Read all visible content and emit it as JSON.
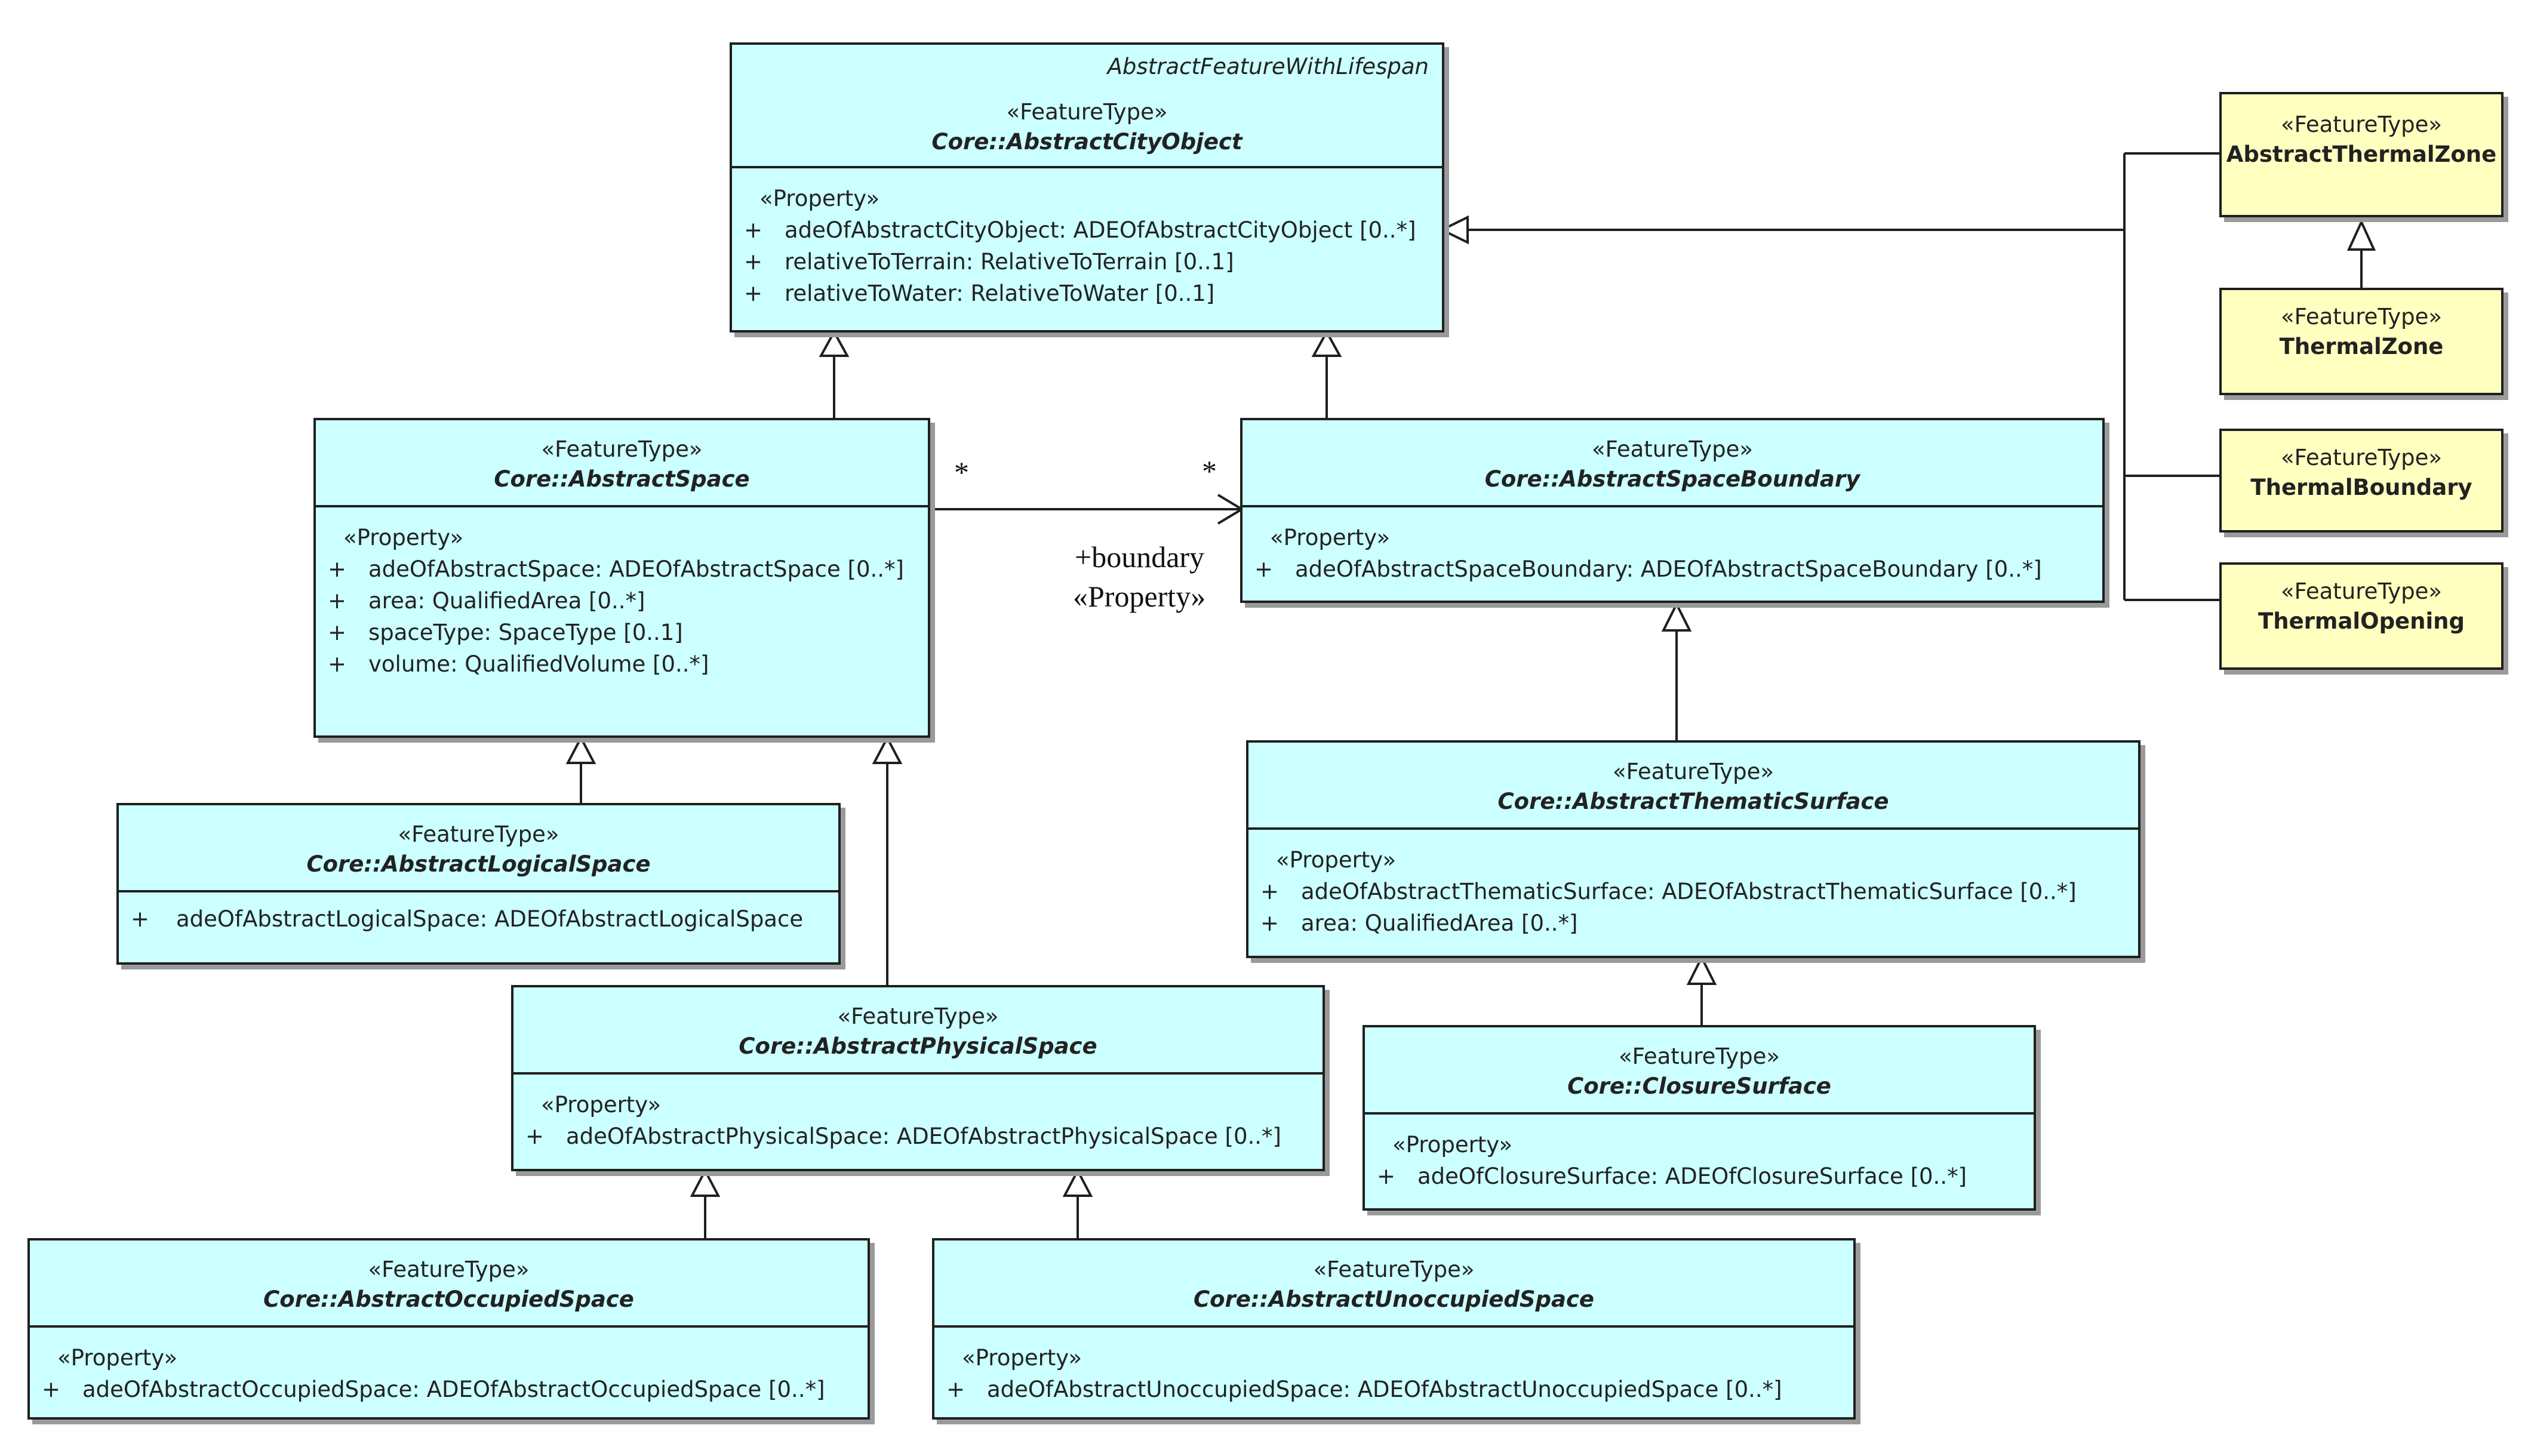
{
  "classes": {
    "city_object": {
      "abstract_from": "AbstractFeatureWithLifespan",
      "stereotype": "«FeatureType»",
      "name": "Core::AbstractCityObject",
      "property_stereotype": "«Property»",
      "attributes": [
        {
          "vis": "+",
          "text": "adeOfAbstractCityObject: ADEOfAbstractCityObject [0..*]"
        },
        {
          "vis": "+",
          "text": "relativeToTerrain: RelativeToTerrain [0..1]"
        },
        {
          "vis": "+",
          "text": "relativeToWater: RelativeToWater [0..1]"
        }
      ]
    },
    "abstract_space": {
      "stereotype": "«FeatureType»",
      "name": "Core::AbstractSpace",
      "property_stereotype": "«Property»",
      "attributes": [
        {
          "vis": "+",
          "text": "adeOfAbstractSpace: ADEOfAbstractSpace [0..*]"
        },
        {
          "vis": "+",
          "text": "area: QualifiedArea [0..*]"
        },
        {
          "vis": "+",
          "text": "spaceType: SpaceType [0..1]"
        },
        {
          "vis": "+",
          "text": "volume: QualifiedVolume [0..*]"
        }
      ]
    },
    "space_boundary": {
      "stereotype": "«FeatureType»",
      "name": "Core::AbstractSpaceBoundary",
      "property_stereotype": "«Property»",
      "attributes": [
        {
          "vis": "+",
          "text": "adeOfAbstractSpaceBoundary: ADEOfAbstractSpaceBoundary [0..*]"
        }
      ]
    },
    "logical_space": {
      "stereotype": "«FeatureType»",
      "name": "Core::AbstractLogicalSpace",
      "attributes": [
        {
          "vis": "+",
          "text": "adeOfAbstractLogicalSpace: ADEOfAbstractLogicalSpace"
        }
      ]
    },
    "thematic_surface": {
      "stereotype": "«FeatureType»",
      "name": "Core::AbstractThematicSurface",
      "property_stereotype": "«Property»",
      "attributes": [
        {
          "vis": "+",
          "text": "adeOfAbstractThematicSurface: ADEOfAbstractThematicSurface [0..*]"
        },
        {
          "vis": "+",
          "text": "area: QualifiedArea [0..*]"
        }
      ]
    },
    "physical_space": {
      "stereotype": "«FeatureType»",
      "name": "Core::AbstractPhysicalSpace",
      "property_stereotype": "«Property»",
      "attributes": [
        {
          "vis": "+",
          "text": "adeOfAbstractPhysicalSpace: ADEOfAbstractPhysicalSpace [0..*]"
        }
      ]
    },
    "closure_surface": {
      "stereotype": "«FeatureType»",
      "name": "Core::ClosureSurface",
      "property_stereotype": "«Property»",
      "attributes": [
        {
          "vis": "+",
          "text": "adeOfClosureSurface: ADEOfClosureSurface [0..*]"
        }
      ]
    },
    "occupied_space": {
      "stereotype": "«FeatureType»",
      "name": "Core::AbstractOccupiedSpace",
      "property_stereotype": "«Property»",
      "attributes": [
        {
          "vis": "+",
          "text": "adeOfAbstractOccupiedSpace: ADEOfAbstractOccupiedSpace [0..*]"
        }
      ]
    },
    "unoccupied_space": {
      "stereotype": "«FeatureType»",
      "name": "Core::AbstractUnoccupiedSpace",
      "property_stereotype": "«Property»",
      "attributes": [
        {
          "vis": "+",
          "text": "adeOfAbstractUnoccupiedSpace: ADEOfAbstractUnoccupiedSpace [0..*]"
        }
      ]
    },
    "thermal_abstract_zone": {
      "stereotype": "«FeatureType»",
      "name": "AbstractThermalZone"
    },
    "thermal_zone": {
      "stereotype": "«FeatureType»",
      "name": "ThermalZone"
    },
    "thermal_boundary": {
      "stereotype": "«FeatureType»",
      "name": "ThermalBoundary"
    },
    "thermal_opening": {
      "stereotype": "«FeatureType»",
      "name": "ThermalOpening"
    }
  },
  "association": {
    "source_multiplicity": "*",
    "target_multiplicity": "*",
    "role": "+boundary",
    "role_stereotype": "«Property»"
  },
  "colors": {
    "core_fill": "#ccffff",
    "energy_fill": "#ffffc0",
    "line": "#1f1f1f"
  }
}
